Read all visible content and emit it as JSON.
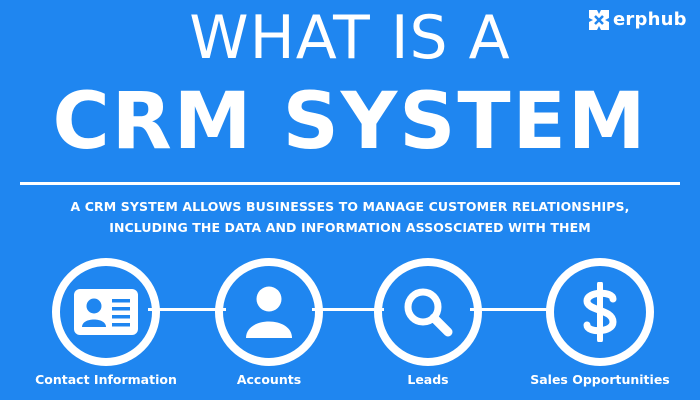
{
  "brand": {
    "logo_text": "erphub",
    "logo_icon": "erphub-logo-icon"
  },
  "title": {
    "line1": "WHAT IS A",
    "line2": "CRM SYSTEM"
  },
  "description": {
    "line1": "A CRM SYSTEM ALLOWS BUSINESSES TO MANAGE CUSTOMER RELATIONSHIPS,",
    "line2": "INCLUDING THE DATA AND INFORMATION ASSOSCIATED WITH THEM"
  },
  "features": [
    {
      "label": "Contact Information",
      "icon": "contact-card-icon"
    },
    {
      "label": "Accounts",
      "icon": "user-icon"
    },
    {
      "label": "Leads",
      "icon": "search-icon"
    },
    {
      "label": "Sales Opportunities",
      "icon": "dollar-icon"
    }
  ],
  "colors": {
    "background": "#1f86f0",
    "foreground": "#ffffff"
  }
}
